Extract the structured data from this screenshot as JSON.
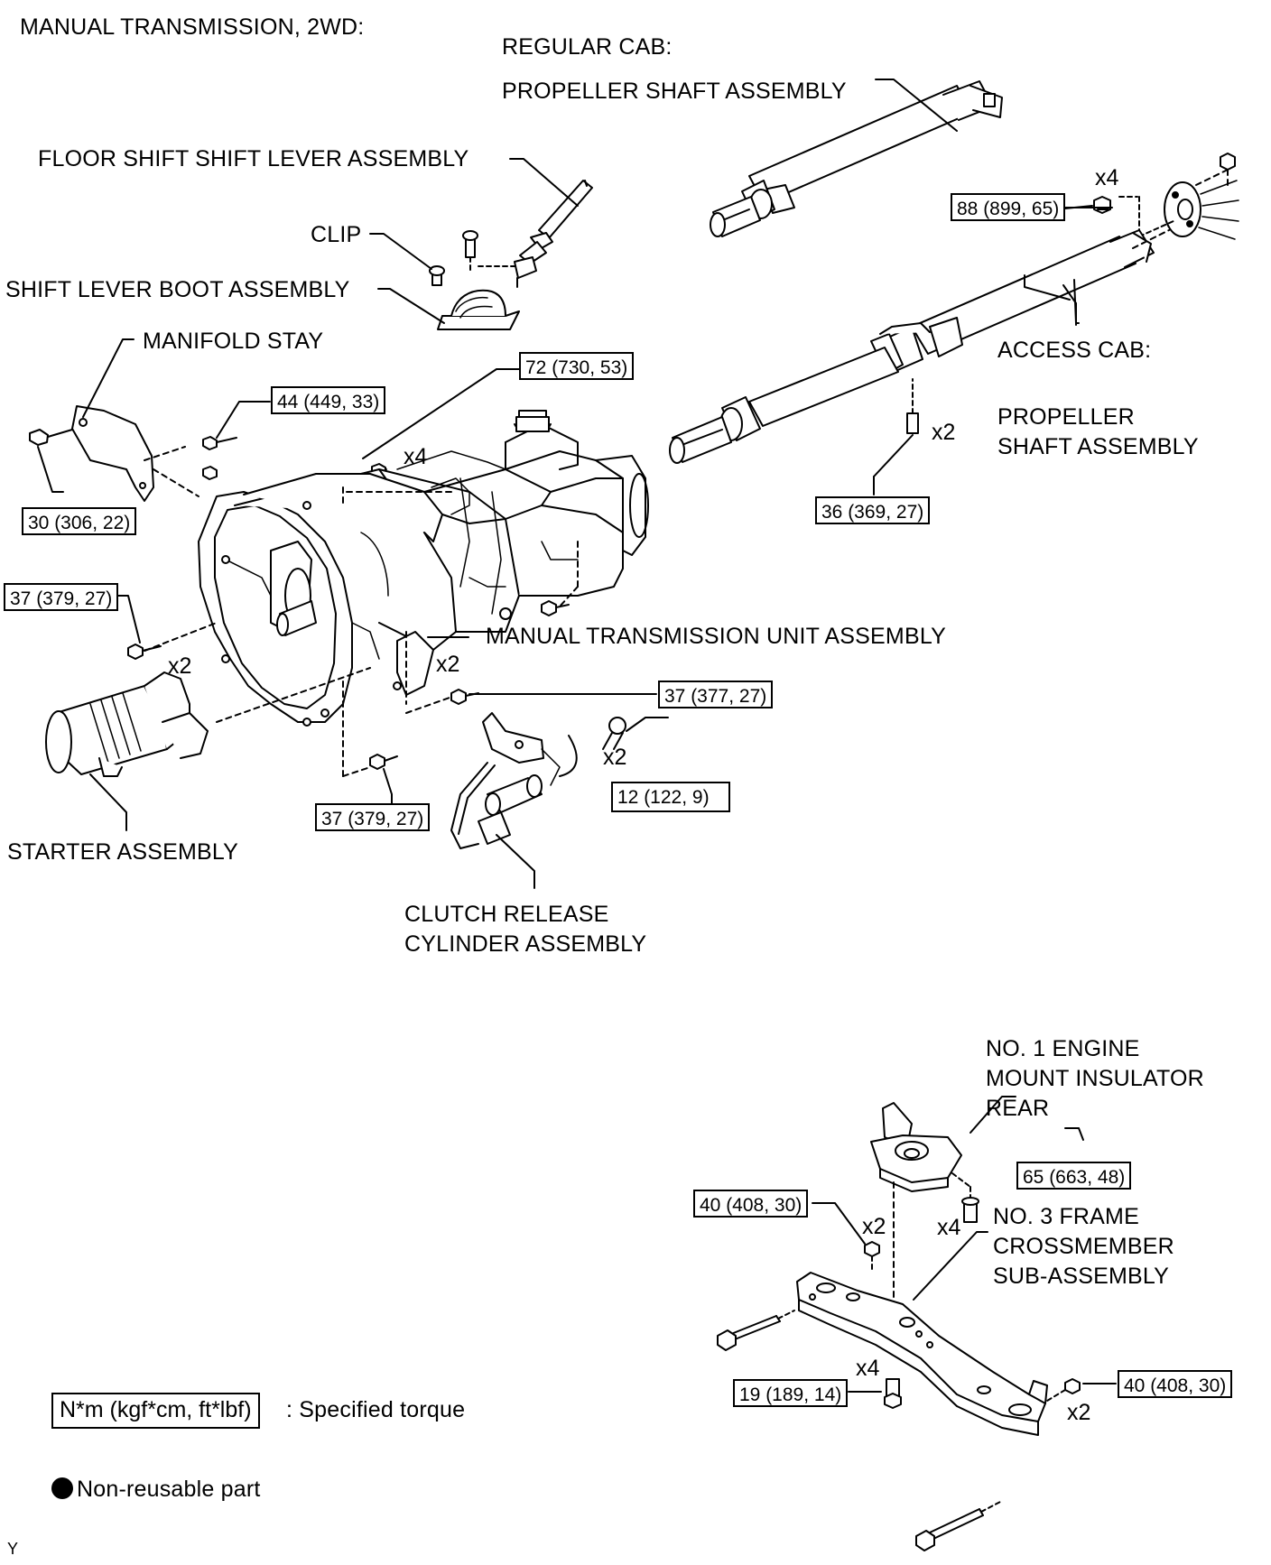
{
  "diagram": {
    "title": "MANUAL TRANSMISSION, 2WD:",
    "corner_mark": "Y",
    "labels": {
      "regular_cab": "REGULAR CAB:",
      "regular_propeller": "PROPELLER SHAFT ASSEMBLY",
      "floor_shift": "FLOOR SHIFT SHIFT LEVER ASSEMBLY",
      "clip": "CLIP",
      "boot": "SHIFT LEVER BOOT ASSEMBLY",
      "manifold_stay": "MANIFOLD STAY",
      "access_cab": "ACCESS CAB:",
      "access_propeller_1": "PROPELLER",
      "access_propeller_2": "SHAFT ASSEMBLY",
      "transmission_unit": "MANUAL TRANSMISSION UNIT ASSEMBLY",
      "starter": "STARTER ASSEMBLY",
      "clutch_1": "CLUTCH RELEASE",
      "clutch_2": "CYLINDER ASSEMBLY",
      "insulator_1": "NO. 1 ENGINE",
      "insulator_2": "MOUNT INSULATOR",
      "insulator_3": "REAR",
      "crossmember_1": "NO. 3 FRAME",
      "crossmember_2": "CROSSMEMBER",
      "crossmember_3": "SUB-ASSEMBLY"
    },
    "torques": {
      "t88": "88 (899, 65)",
      "t72": "72 (730, 53)",
      "t44": "44 (449, 33)",
      "t30": "30 (306, 22)",
      "t36": "36 (369, 27)",
      "t37a": "37 (379, 27)",
      "t37b": "37 (377, 27)",
      "t37c": "37 (379, 27)",
      "t12": "12 (122, 9)",
      "t65": "65 (663, 48)",
      "t40a": "40 (408, 30)",
      "t40b": "40 (408, 30)",
      "t19": "19 (189, 14)"
    },
    "quantities": {
      "q88": "x4",
      "q36": "x2",
      "q72": "x4",
      "q37a": "x2",
      "q37b": "x2",
      "q12": "x2",
      "q40a": "x2",
      "q65": "x4",
      "q19": "x4",
      "q40b": "x2"
    },
    "legend": {
      "torque_units": "N*m (kgf*cm, ft*lbf)",
      "torque_text": ": Specified torque",
      "nonreusable_text": "Non-reusable part"
    }
  }
}
